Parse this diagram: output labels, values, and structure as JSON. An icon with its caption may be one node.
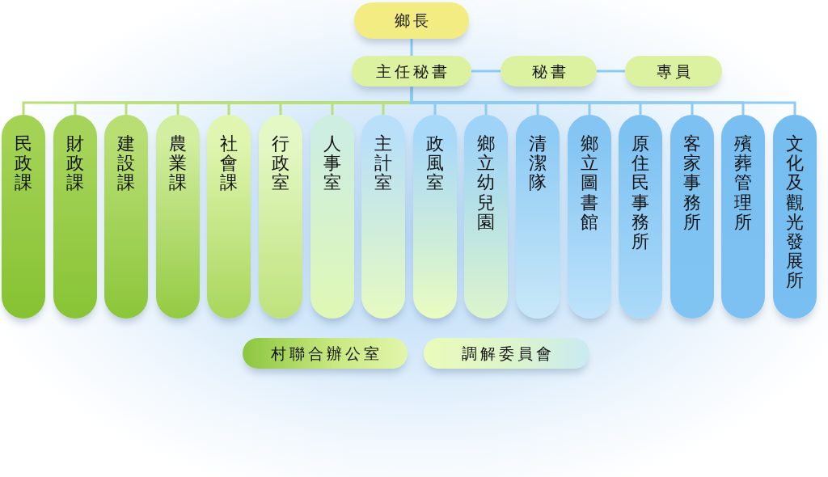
{
  "diagram": {
    "nodes": [
      {
        "text": [
          "鄉長"
        ]
      },
      {
        "text": [
          "主任秘書"
        ]
      },
      {
        "text": [
          "秘書"
        ]
      },
      {
        "text": [
          "專員"
        ]
      },
      {
        "text": [
          "民政課"
        ]
      },
      {
        "text": [
          "財政課"
        ]
      },
      {
        "text": [
          "建設課"
        ]
      },
      {
        "text": [
          "農業課"
        ]
      },
      {
        "text": [
          "社會課"
        ]
      },
      {
        "text": [
          "行政室"
        ]
      },
      {
        "text": [
          "人事室"
        ]
      },
      {
        "text": [
          "主計室"
        ]
      },
      {
        "text": [
          "政風室"
        ]
      },
      {
        "text": [
          "鄉立幼兒園"
        ]
      },
      {
        "text": [
          "清潔隊"
        ]
      },
      {
        "text": [
          "鄉立圖書館"
        ]
      },
      {
        "text": [
          "原住民事務所"
        ]
      },
      {
        "text": [
          "客家事務所"
        ]
      },
      {
        "text": [
          "殯葬管理所"
        ]
      },
      {
        "text": [
          "文化及觀光發展所"
        ]
      },
      {
        "text": [
          "村聯合辦公室"
        ]
      },
      {
        "text": [
          "調解委員會"
        ]
      }
    ],
    "edges": [
      {
        "from": 0,
        "to": 1,
        "arrow": "none"
      },
      {
        "from": 1,
        "to": 2,
        "arrow": "none"
      },
      {
        "from": 2,
        "to": 3,
        "arrow": "none"
      },
      {
        "from": 1,
        "to": 4,
        "arrow": "none",
        "color": "#b9df78"
      },
      {
        "from": 1,
        "to": 5,
        "arrow": "none",
        "color": "#b9df78"
      },
      {
        "from": 1,
        "to": 6,
        "arrow": "none",
        "color": "#b9df78"
      },
      {
        "from": 1,
        "to": 7,
        "arrow": "none",
        "color": "#b9df78"
      },
      {
        "from": 1,
        "to": 8,
        "arrow": "none",
        "color": "#b9df78"
      },
      {
        "from": 1,
        "to": 9,
        "arrow": "none",
        "color": "#b9df78"
      },
      {
        "from": 1,
        "to": 10,
        "arrow": "none",
        "color": "#b9df78"
      },
      {
        "from": 1,
        "to": 11,
        "arrow": "none",
        "color": "#b9df78"
      },
      {
        "from": 1,
        "to": 12,
        "arrow": "none"
      },
      {
        "from": 1,
        "to": 13,
        "arrow": "none"
      },
      {
        "from": 1,
        "to": 14,
        "arrow": "none"
      },
      {
        "from": 1,
        "to": 15,
        "arrow": "none"
      },
      {
        "from": 1,
        "to": 16,
        "arrow": "none"
      },
      {
        "from": 1,
        "to": 17,
        "arrow": "none"
      },
      {
        "from": 1,
        "to": 18,
        "arrow": "none"
      },
      {
        "from": 1,
        "to": 19,
        "arrow": "none"
      }
    ]
  }
}
